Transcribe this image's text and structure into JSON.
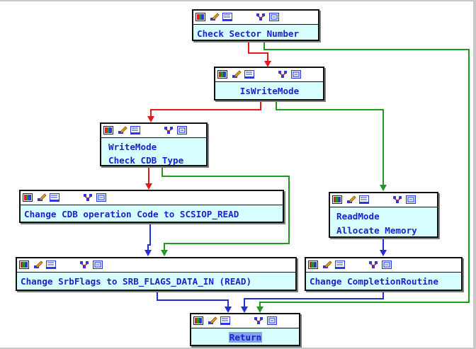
{
  "nodes": {
    "check_sector": {
      "lines": [
        "Check Sector Number"
      ]
    },
    "is_write_mode": {
      "lines": [
        "IsWriteMode"
      ]
    },
    "write_mode": {
      "lines": [
        "WriteMode",
        "Check CDB Type"
      ]
    },
    "change_cdb": {
      "lines": [
        "Change CDB operation Code to SCSIOP_READ"
      ]
    },
    "read_mode": {
      "lines": [
        "ReadMode",
        "Allocate Memory"
      ]
    },
    "change_srb": {
      "lines": [
        "Change SrbFlags to SRB_FLAGS_DATA_IN (READ)"
      ]
    },
    "change_completion": {
      "lines": [
        "Change CompletionRoutine"
      ]
    },
    "return": {
      "lines": [
        "Return"
      ]
    }
  },
  "header_icons": [
    "graph-color-icon",
    "rename-pencil-icon",
    "comments-icon",
    "group-nodes-icon",
    "copy-block-icon"
  ],
  "edge_colors": {
    "true": "#e11a1a",
    "false": "#1e9a1e",
    "unconditional": "#1f2ed8"
  }
}
